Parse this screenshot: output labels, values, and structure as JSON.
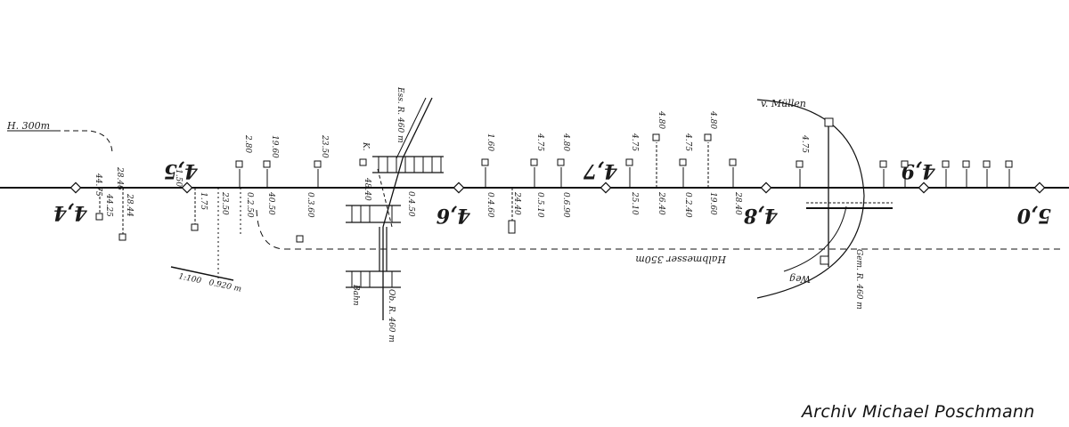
{
  "km_marks": [
    "4,4",
    "4,5",
    "4,6",
    "4,7",
    "4,8",
    "4,9",
    "5,0"
  ],
  "notes": {
    "curve_left": "H. 300m",
    "main_radius": "Halbmesser 350m",
    "upper_track": "Ess. R. 460 m",
    "lower_track": "Ob. R. 460 m",
    "name_label": "v. Müllen",
    "weg": "Weg",
    "gem_radius": "Gem. R. 460 m",
    "bahn": "Bahn",
    "k_label": "K."
  },
  "small_labels": {
    "below": [
      "44.75",
      "28.46",
      "44.25",
      "28.44",
      "1.75",
      "23.50",
      "0.2.50",
      "40.50",
      "0.3.60",
      "48.40",
      "0.4.50",
      "0.4.60",
      "24.40",
      "0.5.10",
      "0.6.90",
      "25.10",
      "26.40",
      "0.2.40",
      "19.60",
      "28.40"
    ],
    "above": [
      "1.50",
      "2.80",
      "19.60",
      "23.50",
      "1.60",
      "4.75",
      "4.80",
      "4.75",
      "4.80",
      "4.75",
      "4.80",
      "4.75"
    ]
  },
  "stamp": "Archiv Michael Poschmann"
}
